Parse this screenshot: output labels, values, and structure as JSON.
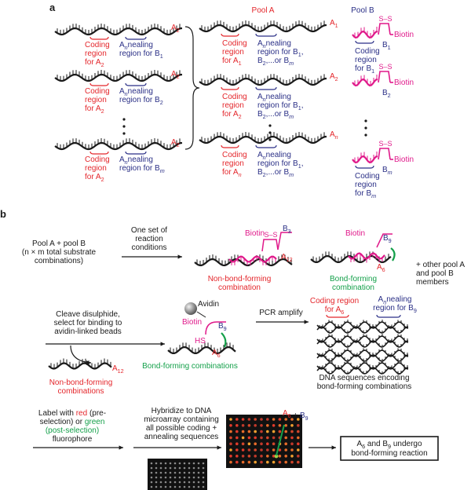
{
  "colors": {
    "red": "#e4262b",
    "blue": "#2a2f86",
    "magenta": "#e0198a",
    "green": "#14a04a",
    "black": "#1a1a1a"
  },
  "panel_a": {
    "label": "a",
    "pool_a_title": "Pool A",
    "pool_b_title": "Pool B",
    "left_strands": [
      {
        "tag": "A2",
        "coding": [
          "Coding",
          "region",
          "for A2"
        ],
        "annealing": [
          "Annealing",
          "region for B1"
        ]
      },
      {
        "tag": "A2",
        "coding": [
          "Coding",
          "region",
          "for A2"
        ],
        "annealing": [
          "Annealing",
          "region for B2"
        ]
      },
      {
        "tag": "A2",
        "coding": [
          "Coding",
          "region",
          "for A2"
        ],
        "annealing": [
          "Annealing",
          "region for Bm"
        ]
      }
    ],
    "pool_a_strands": [
      {
        "tag": "A1",
        "coding": [
          "Coding",
          "region",
          "for A1"
        ],
        "annealing": [
          "Annealing",
          "region for B1,",
          "B2,...or Bm"
        ]
      },
      {
        "tag": "A2",
        "coding": [
          "Coding",
          "region",
          "for A2"
        ],
        "annealing": [
          "Annealing",
          "region for B1,",
          "B2,...or Bm"
        ]
      },
      {
        "tag": "An",
        "coding": [
          "Coding",
          "region",
          "for An"
        ],
        "annealing": [
          "Annealing",
          "region for B1,",
          "B2,...or Bm"
        ]
      }
    ],
    "pool_b_strands": [
      {
        "ss": "S–S",
        "biotin": "Biotin",
        "tag": "B1",
        "coding": [
          "Coding",
          "region",
          "for B1"
        ]
      },
      {
        "ss": "S–S",
        "biotin": "Biotin",
        "tag": "B2"
      },
      {
        "ss": "S–S",
        "biotin": "Biotin",
        "tag": "Bm",
        "coding": [
          "Coding",
          "region",
          "for Bm"
        ]
      }
    ]
  },
  "panel_b": {
    "label": "b",
    "pool_text": [
      "Pool A + pool B",
      "(n × m total substrate",
      "combinations)"
    ],
    "arrow1_text": [
      "One set of",
      "reaction",
      "conditions"
    ],
    "non_bond": {
      "biotin": "Biotin",
      "ss": "S–S",
      "b_tag": "B3",
      "a_tag": "A12",
      "caption": [
        "Non-bond-forming",
        "combination"
      ]
    },
    "bond": {
      "biotin": "Biotin",
      "b_tag": "B9",
      "a_tag": "A6",
      "caption": [
        "Bond-forming",
        "combination"
      ]
    },
    "other_members": [
      "+ other pool A",
      "and pool B",
      "members"
    ],
    "cleave_text": [
      "Cleave disulphide,",
      "select for binding to",
      "avidin-linked beads"
    ],
    "avidin": "Avidin",
    "bond2": {
      "biotin": "Biotin",
      "hs": "HS",
      "b_tag": "B9",
      "a_tag": "A6",
      "caption": "Bond-forming combinations"
    },
    "pcr": "PCR amplify",
    "coding_region": [
      "Coding region",
      "for A6"
    ],
    "annealing_region": [
      "Annealing",
      "region for B9"
    ],
    "dna_caption": [
      "DNA sequences encoding",
      "bond-forming combinations"
    ],
    "nonbond2": {
      "a_tag": "A12",
      "caption": [
        "Non-bond-forming",
        "combinations"
      ]
    },
    "label_text": {
      "line1_a": "Label with ",
      "line1_red": "red",
      "line1_b": " (pre-",
      "line2": "selection) or ",
      "line2_green": "green",
      "line3_green": "(post-selection)",
      "line4": "fluorophore"
    },
    "hybridize_text": [
      "Hybridize to DNA",
      "microarray containing",
      "all possible coding +",
      "annealing sequences"
    ],
    "spot_label": {
      "a": "A6",
      "plus": " + ",
      "b": "B9"
    },
    "result": [
      "A6 and B9 undergo",
      "bond-forming reaction"
    ]
  }
}
